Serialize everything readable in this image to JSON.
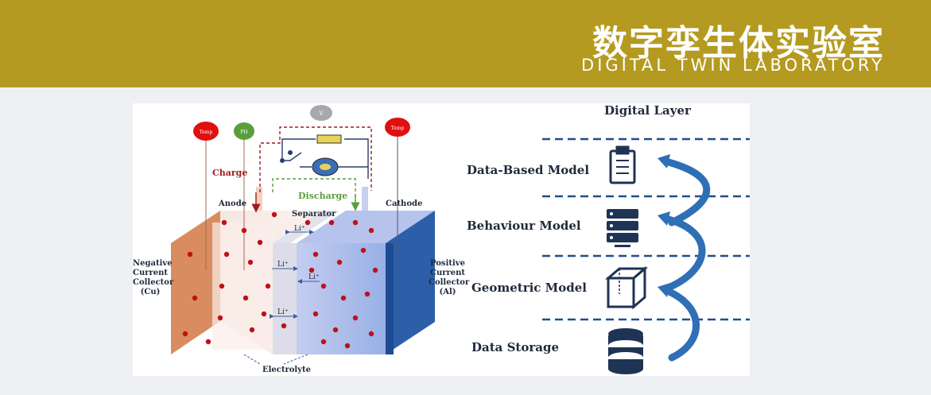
{
  "banner": {
    "title_cn": "数字孪生体实验室",
    "title_en": "DIGITAL TWIN LABORATORY",
    "background_color": "#b49a20",
    "text_color": "#ffffff"
  },
  "battery": {
    "sensors": [
      "Temp",
      "PH",
      "V",
      "Temp"
    ],
    "charge_label": "Charge",
    "discharge_label": "Discharge",
    "anode_label": "Anode",
    "cathode_label": "Cathode",
    "separator_label": "Separator",
    "electrolyte_label": "Electrolyte",
    "neg_collector_label": [
      "Negative",
      "Current",
      "Collector",
      "(Cu)"
    ],
    "pos_collector_label": [
      "Positive",
      "Current",
      "Collector",
      "(Al)"
    ],
    "ion_label": "Li⁺",
    "colors": {
      "sensor_red": "#e01010",
      "sensor_green": "#5a9e3c",
      "sensor_grey": "#a9a9a9",
      "charge": "#a11c1c",
      "discharge": "#5a9e3c",
      "copper": "#d98c5f",
      "aluminum": "#2d5fa8",
      "particle": "#c0101a"
    }
  },
  "layers": {
    "header": "Digital Layer",
    "items": [
      {
        "label": "Data-Based Model",
        "icon": "clipboard-icon"
      },
      {
        "label": "Behaviour Model",
        "icon": "server-icon"
      },
      {
        "label": "Geometric Model",
        "icon": "cube-icon"
      },
      {
        "label": "Data Storage",
        "icon": "database-icon"
      }
    ],
    "line_color": "#1f4e8c",
    "arrow_color": "#2f6fb5"
  }
}
